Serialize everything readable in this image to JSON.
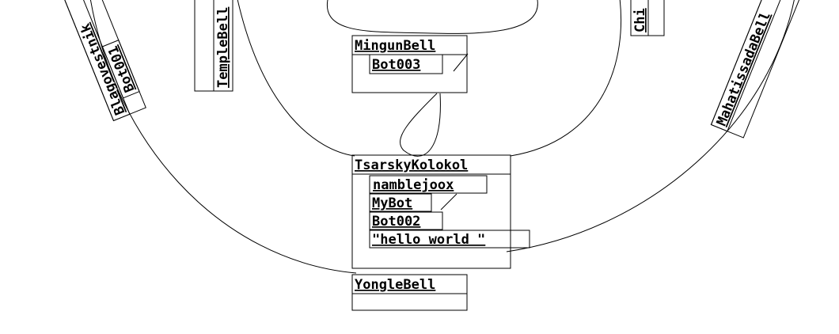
{
  "nodes": {
    "mingun": {
      "label": "MingunBell",
      "child": "Bot003"
    },
    "tsarsky": {
      "label": "TsarskyKolokol",
      "children": [
        "namblejoox",
        "MyBot",
        "Bot002",
        "\"hello world \""
      ]
    },
    "yongle": {
      "label": "YongleBell"
    },
    "blagovestnik": {
      "label": "Blagovestnik",
      "child": "Bot001"
    },
    "temple": {
      "label": "TempleBell"
    },
    "chi": {
      "label": "Chi"
    },
    "mahatissada": {
      "label": "MahatissadaBell"
    }
  }
}
